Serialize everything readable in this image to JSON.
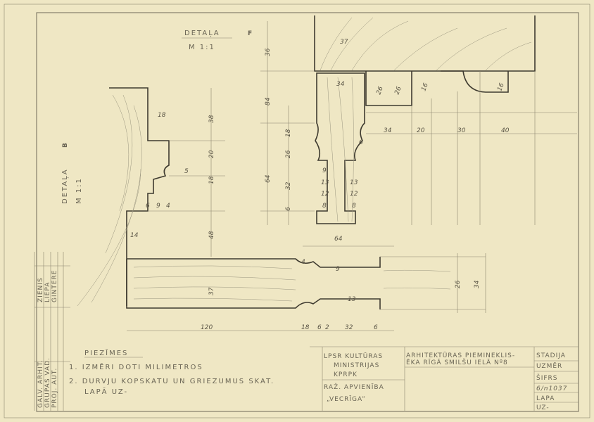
{
  "detail_f": {
    "title": "DETAĻA",
    "letter": "F",
    "scale": "M 1:1"
  },
  "detail_b": {
    "title": "DETAĻA",
    "letter": "B",
    "scale": "M 1:1"
  },
  "dims_top": [
    "36",
    "84",
    "64",
    "18",
    "26",
    "32",
    "6",
    "37",
    "34",
    "26",
    "26",
    "16",
    "16",
    "34",
    "20",
    "30",
    "40",
    "6",
    "9",
    "13",
    "12",
    "8",
    "13",
    "12",
    "8"
  ],
  "dims_left": [
    "18",
    "38",
    "20",
    "18",
    "48",
    "6",
    "9",
    "4",
    "14",
    "5"
  ],
  "dims_bottom": [
    "64",
    "37",
    "120",
    "18",
    "6",
    "2",
    "32",
    "6",
    "26",
    "34",
    "4",
    "9",
    "13"
  ],
  "side_stamp": {
    "top": [
      "ZIENIS",
      "LIEPA",
      "GINTERE"
    ],
    "bottom": [
      "GALV. ARHIT.",
      "GRUPAS VAD.",
      "PROJ. AUT."
    ]
  },
  "notes": {
    "heading": "PIEZĪMES",
    "items": [
      "1. IZMĒRI DOTI MILIMETROS",
      "2. DURVJU KOPSKATU UN GRIEZUMUS SKAT.",
      "LAPĀ UZ-"
    ]
  },
  "title_block": {
    "org": [
      "LPSR KULTŪRAS",
      "MINISTRIJAS",
      "KPRPK"
    ],
    "assoc": [
      "RAŽ. APVIENĪBA",
      "„VECRĪGA”"
    ],
    "project": [
      "ARHITEKTŪRAS PIEMINEKLIS-",
      "ĒKA RĪGĀ SMILŠU IELĀ Nº8"
    ],
    "stage_label": "STADIJA",
    "stage_value": "UZMĒR",
    "code_label": "ŠIFRS",
    "code_value": "6/n1037",
    "sheet_label": "LAPA",
    "sheet_value": "UZ-"
  }
}
